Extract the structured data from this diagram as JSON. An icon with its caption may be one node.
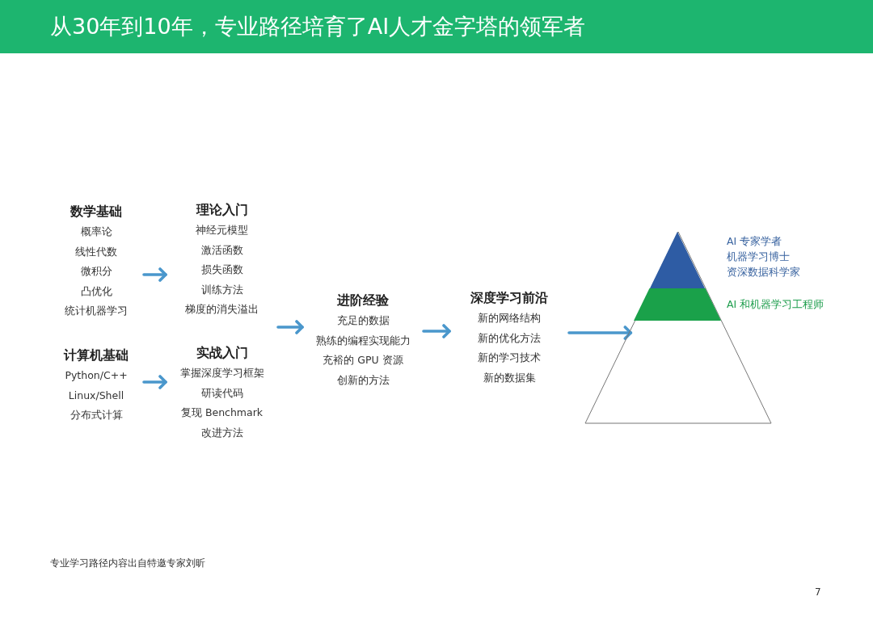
{
  "diagram": {
    "title": "从30年到10年，专业路径培育了AI人才金字塔的领军者",
    "nodes": [
      {
        "text": [
          "数学基础",
          "概率论",
          "线性代数",
          "微积分",
          "凸优化",
          "统计机器学习"
        ]
      },
      {
        "text": [
          "理论入门",
          "神经元模型",
          "激活函数",
          "损失函数",
          "训练方法",
          "梯度的消失溢出"
        ]
      },
      {
        "text": [
          "计算机基础",
          "Python/C++",
          "Linux/Shell",
          "分布式计算"
        ]
      },
      {
        "text": [
          "实战入门",
          "掌握深度学习框架",
          "研读代码",
          "复现 Benchmark",
          "改进方法"
        ]
      },
      {
        "text": [
          "进阶经验",
          "充足的数据",
          "熟练的编程实现能力",
          "充裕的 GPU 资源",
          "创新的方法"
        ]
      },
      {
        "text": [
          "深度学习前沿",
          "新的网络结构",
          "新的优化方法",
          "新的学习技术",
          "新的数据集"
        ]
      },
      {
        "text": [],
        "shape": "triangle"
      },
      {
        "text": [],
        "shape": "triangle",
        "in": 6,
        "beside": [
          "AI 专家学者",
          "机器学习博士",
          "资深数据科学家"
        ]
      },
      {
        "text": [],
        "shape": "bar",
        "in": 6,
        "beside": [
          "AI 和机器学习工程师"
        ]
      }
    ],
    "edges": [
      {
        "from": 0,
        "to": 1,
        "arrow": "to"
      },
      {
        "from": 2,
        "to": 3,
        "arrow": "to"
      },
      {
        "from": 1,
        "to": 4,
        "arrow": "to"
      },
      {
        "from": 3,
        "to": 4,
        "arrow": "to"
      },
      {
        "from": 4,
        "to": 5,
        "arrow": "to"
      },
      {
        "from": 5,
        "to": 6,
        "arrow": "to"
      }
    ],
    "labels": [
      "专业学习路径内容出自特邀专家刘昕",
      "7"
    ]
  }
}
